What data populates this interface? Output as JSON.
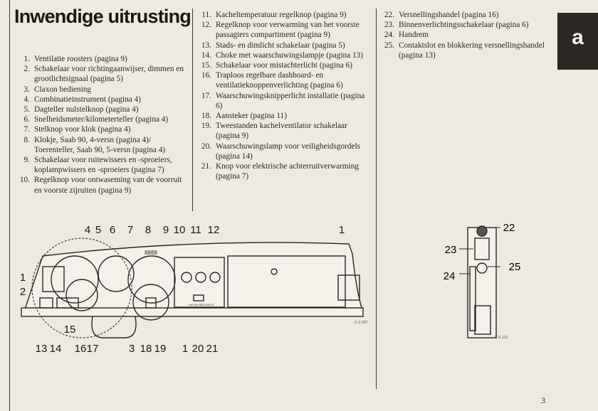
{
  "title": "Inwendige uitrusting",
  "section_tab": "a",
  "page_number": "3",
  "items": [
    {
      "n": "1.",
      "text": "Ventilatie roosters (pagina 9)"
    },
    {
      "n": "2.",
      "text": "Schakelaar voor richtingaanwijser, dimmen en grootlichtsignaal (pagina 5)"
    },
    {
      "n": "3.",
      "text": "Claxon bediening"
    },
    {
      "n": "4.",
      "text": "Combinatieinstrument (pagina 4)"
    },
    {
      "n": "5.",
      "text": "Dagteller nulstelknop (pagina 4)"
    },
    {
      "n": "6.",
      "text": "Snelheidsmeter/kilometerteller (pagina 4)"
    },
    {
      "n": "7.",
      "text": "Stelknop voor klok (pagina 4)"
    },
    {
      "n": "8.",
      "text": "Klokje, Saab 90, 4-versn (pagina 4)/ Toerenteller, Saab 90, 5-versn (pagina 4)"
    },
    {
      "n": "9.",
      "text": "Schakelaar voor ruitewissers en -sproeiers, koplampwissers en -sproeiers (pagina 7)"
    },
    {
      "n": "10.",
      "text": "Regelknop voor ontwaseming van de voorruit en voorste zijruiten (pagina 9)"
    },
    {
      "n": "11.",
      "text": "Kacheltemperatuur regelknop (pagina 9)"
    },
    {
      "n": "12.",
      "text": "Regelknop voor verwarming van het voorste passagiers compartiment (pagina 9)"
    },
    {
      "n": "13.",
      "text": "Stads- en dimlicht schakelaar (pagina 5)"
    },
    {
      "n": "14.",
      "text": "Choke met waarschuwingslampje (pagina 13)"
    },
    {
      "n": "15.",
      "text": "Schakelaar voor mistachterlicht (pagina 6)"
    },
    {
      "n": "16.",
      "text": "Traploos regelbare dashboard- en ventilatieknoppenverlichting (pagina 6)"
    },
    {
      "n": "17.",
      "text": "Waarschuwingsknipperlicht installatie (pagina 6)"
    },
    {
      "n": "18.",
      "text": "Aansteker (pagina 11)"
    },
    {
      "n": "19.",
      "text": "Tweestanden kachelventilator schakelaar (pagina 9)"
    },
    {
      "n": "20.",
      "text": "Waarschuwingslamp voor veiligheidsgordels (pagina 14)"
    },
    {
      "n": "21.",
      "text": "Knop voor elektrische achterruitverwarming (pagina 7)"
    },
    {
      "n": "22.",
      "text": "Versnellingshandel (pagina 16)"
    },
    {
      "n": "23.",
      "text": "Binnenverlichtingsschakelaar (pagina 6)"
    },
    {
      "n": "24.",
      "text": "Handrem"
    },
    {
      "n": "25.",
      "text": "Contaktslot en blokkering versnellingshandel (pagina 13)"
    }
  ],
  "dashboard_figure": {
    "code": "S G 307",
    "panel_text": "FASTEN SEAT BELTS",
    "callouts_top": [
      "4",
      "5",
      "6",
      "7",
      "8",
      "9",
      "10",
      "11",
      "12",
      "1"
    ],
    "callouts_left": [
      "1",
      "2"
    ],
    "callouts_bottom": [
      "13",
      "14",
      "15",
      "16",
      "17",
      "3",
      "18",
      "19",
      "1",
      "20",
      "21"
    ]
  },
  "gear_figure": {
    "code": "S G 119",
    "callouts": [
      "22",
      "23",
      "24",
      "25"
    ]
  }
}
